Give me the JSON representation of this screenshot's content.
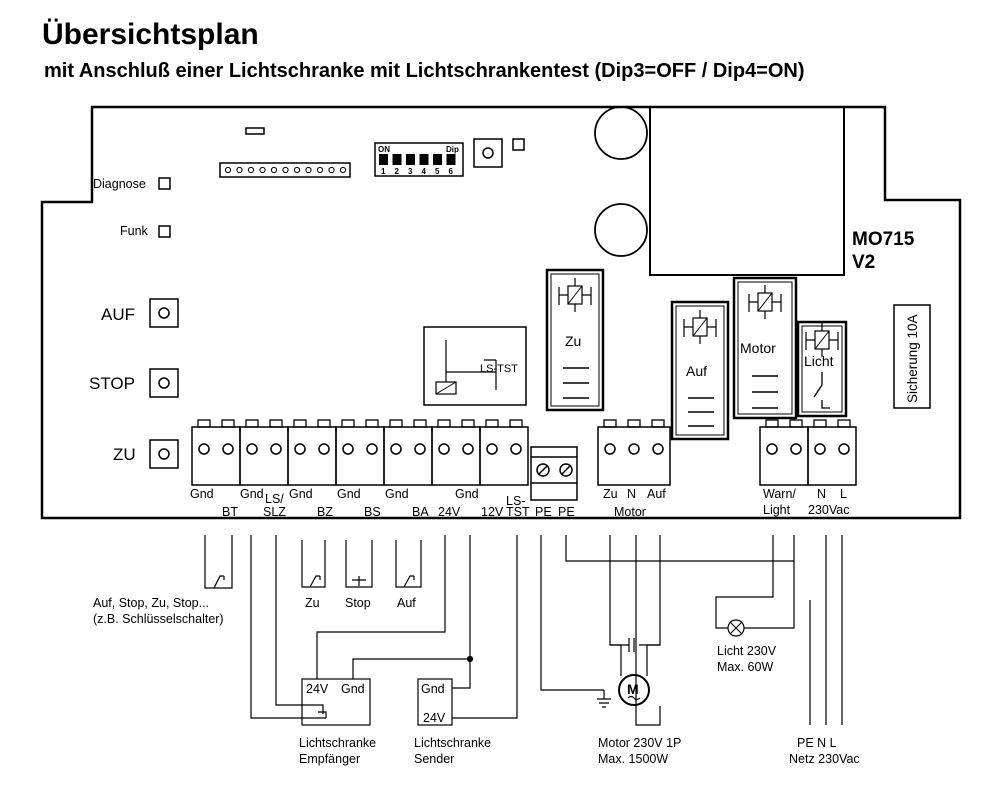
{
  "title": "Übersichtsplan",
  "subtitle": "mit Anschluß einer Lichtschranke mit Lichtschrankentest (Dip3=OFF / Dip4=ON)",
  "board": {
    "model": "MO715",
    "version": "V2",
    "diagnose": "Diagnose",
    "funk": "Funk",
    "buttons": {
      "auf": "AUF",
      "stop": "STOP",
      "zu": "ZU"
    },
    "dip": {
      "on": "ON",
      "dip": "Dip",
      "numbers": [
        "1",
        "2",
        "3",
        "4",
        "5",
        "6"
      ]
    },
    "fuse": "Sicherung 10A",
    "relays": {
      "ls_tst": "LS-TST",
      "zu": "Zu",
      "auf": "Auf",
      "motor": "Motor",
      "licht": "Licht"
    }
  },
  "terminals": {
    "gnd": "Gnd",
    "bt": "BT",
    "ls_slz_1": "LS/",
    "ls_slz_2": "SLZ",
    "bz": "BZ",
    "bs": "BS",
    "ba": "BA",
    "v24": "24V",
    "v12": "12V",
    "ls_tst_1": "LS-",
    "ls_tst_2": "TST",
    "pe": "PE",
    "motor_zu": "Zu",
    "motor_n": "N",
    "motor_auf": "Auf",
    "motor": "Motor",
    "warn_1": "Warn/",
    "warn_2": "Light",
    "n": "N",
    "l": "L",
    "vac": "230Vac"
  },
  "external": {
    "switches_1": "Auf, Stop, Zu, Stop...",
    "switches_2": "(z.B. Schlüsselschalter)",
    "zu": "Zu",
    "stop": "Stop",
    "auf": "Auf",
    "receiver_24v": "24V",
    "receiver_gnd": "Gnd",
    "receiver_1": "Lichtschranke",
    "receiver_2": "Empfänger",
    "sender_gnd": "Gnd",
    "sender_24v": "24V",
    "sender_1": "Lichtschranke",
    "sender_2": "Sender",
    "motor_symbol": "M",
    "motor_1": "Motor 230V 1P",
    "motor_2": "Max. 1500W",
    "lamp_1": "Licht  230V",
    "lamp_2": "Max. 60W",
    "net_1": "PE  N L",
    "net_2": "Netz 230Vac"
  }
}
